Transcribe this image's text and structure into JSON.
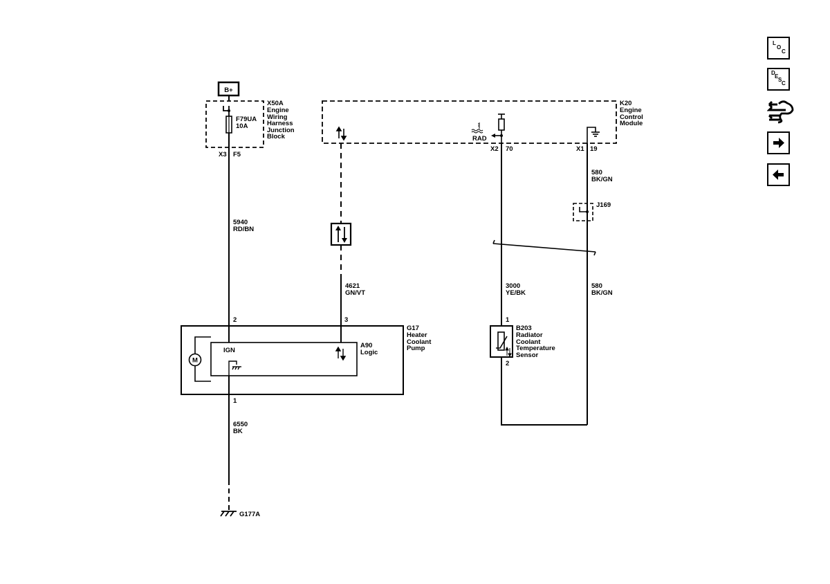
{
  "power": {
    "bplus": "B+"
  },
  "junction_block": {
    "ref": "X50A",
    "name": [
      "Engine",
      "Wiring",
      "Harness",
      "Junction",
      "Block"
    ],
    "fuse": "F79UA",
    "fuse_rating": "10A",
    "connector": "X3",
    "pin": "F5"
  },
  "ecm": {
    "ref": "K20",
    "name": [
      "Engine",
      "Control",
      "Module"
    ],
    "rad_label": "RAD",
    "connector_a": "X2",
    "pin_a": "70",
    "connector_b": "X1",
    "pin_b": "19"
  },
  "wires": {
    "w5940": {
      "circuit": "5940",
      "color": "RD/BN"
    },
    "w4621": {
      "circuit": "4621",
      "color": "GN/VT"
    },
    "w580a": {
      "circuit": "580",
      "color": "BK/GN"
    },
    "w3000": {
      "circuit": "3000",
      "color": "YE/BK"
    },
    "w580b": {
      "circuit": "580",
      "color": "BK/GN"
    },
    "w6550": {
      "circuit": "6550",
      "color": "BK"
    }
  },
  "splice": {
    "ref": "J169"
  },
  "pump": {
    "ref": "G17",
    "name": [
      "Heater",
      "Coolant",
      "Pump"
    ],
    "pin_ign": "2",
    "pin_data": "3",
    "pin_ground": "1",
    "motor": "M",
    "ign_label": "IGN",
    "logic_ref": "A90",
    "logic_name": "Logic"
  },
  "sensor": {
    "ref": "B203",
    "name": [
      "Radiator",
      "Coolant",
      "Temperature",
      "Sensor"
    ],
    "pin_top": "1",
    "pin_bottom": "2"
  },
  "ground": {
    "ref": "G177A"
  },
  "nav": {
    "loc": [
      "L",
      "O",
      "C"
    ],
    "desc": [
      "D",
      "E",
      "S",
      "C"
    ],
    "icons": [
      "location-icon",
      "description-icon",
      "connector-view-icon",
      "arrow-right-icon",
      "arrow-left-icon"
    ]
  }
}
